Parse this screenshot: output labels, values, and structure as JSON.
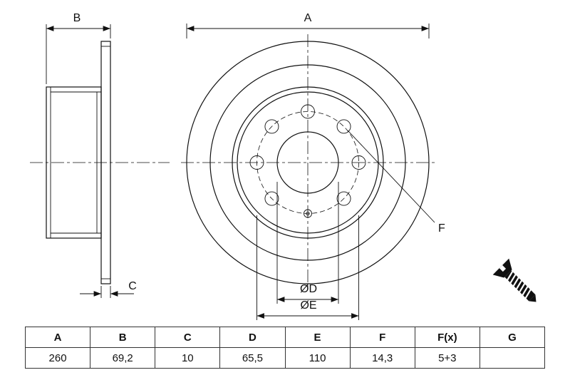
{
  "drawing": {
    "labels": {
      "dim_a": "A",
      "dim_b": "B",
      "dim_c": "C",
      "dim_d": "ØD",
      "dim_e": "ØE",
      "dim_f": "F"
    },
    "screw_icon": "countersunk-screw"
  },
  "table": {
    "headers": [
      "A",
      "B",
      "C",
      "D",
      "E",
      "F",
      "F(x)",
      "G"
    ],
    "values": [
      "260",
      "69,2",
      "10",
      "65,5",
      "110",
      "14,3",
      "5+3",
      ""
    ]
  },
  "colors": {
    "line": "#111111",
    "background": "#ffffff"
  }
}
